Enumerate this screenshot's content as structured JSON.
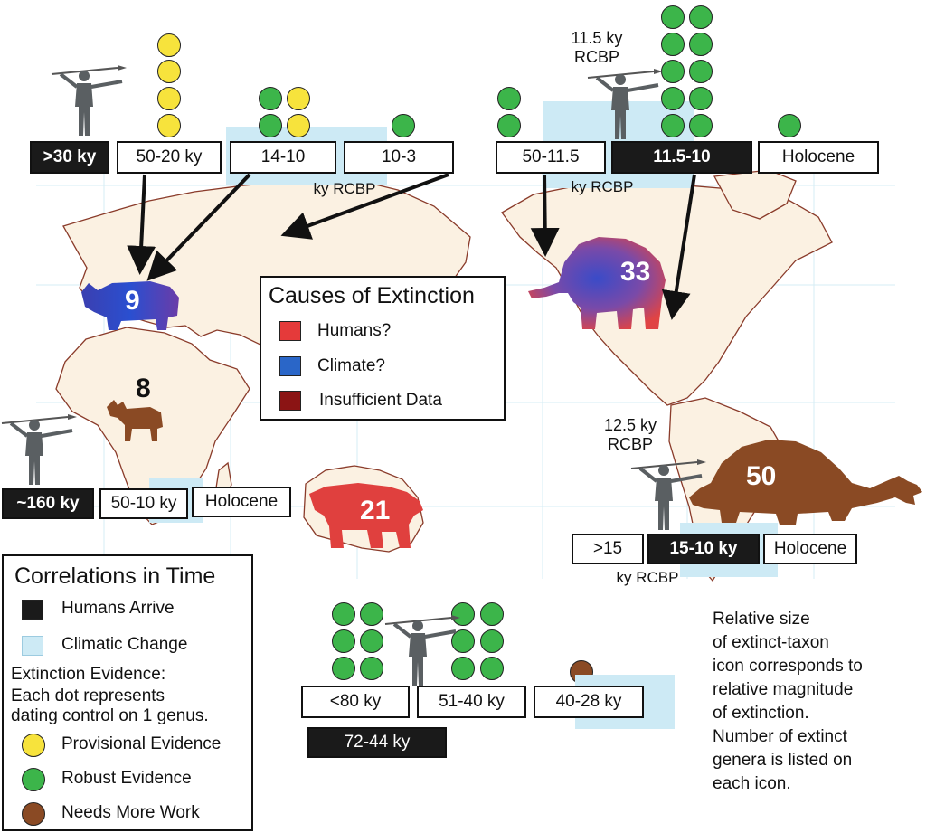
{
  "regions": {
    "europe": {
      "human_arrival": ">30 ky",
      "periods": [
        "50-20 ky",
        "14-10",
        "10-3"
      ],
      "unit": "ky RCBP",
      "genera": "9"
    },
    "africa": {
      "human_arrival": "~160 ky",
      "periods": [
        "50-10 ky",
        "Holocene"
      ],
      "genera": "8"
    },
    "australia": {
      "periods": [
        "<80 ky",
        "51-40 ky",
        "40-28 ky"
      ],
      "human_arrival": "72-44 ky",
      "genera": "21"
    },
    "north_america": {
      "arrival_note": "11.5 ky RCBP",
      "periods": [
        "50-11.5",
        "Holocene"
      ],
      "human_arrival": "11.5-10",
      "unit": "ky RCBP",
      "genera": "33"
    },
    "south_america": {
      "arrival_note": "12.5 ky RCBP",
      "periods": [
        ">15",
        "Holocene"
      ],
      "human_arrival": "15-10 ky",
      "unit": "ky RCBP",
      "genera": "50"
    }
  },
  "causes_legend": {
    "title": "Causes of Extinction",
    "items": [
      {
        "label": "Humans?",
        "color": "#e53a3a"
      },
      {
        "label": "Climate?",
        "color": "#2a66c8"
      },
      {
        "label": "Insufficient Data",
        "color": "#8b1414"
      }
    ]
  },
  "time_legend": {
    "title": "Correlations in Time",
    "humans": "Humans Arrive",
    "climate": "Climatic Change",
    "evidence_heading_1": "Extinction Evidence:",
    "evidence_heading_2": "Each dot represents",
    "evidence_heading_3": "dating control on 1 genus.",
    "provisional": "Provisional Evidence",
    "robust": "Robust Evidence",
    "needs_work": "Needs More Work",
    "colors": {
      "humans": "#1a1a1a",
      "climate": "#cdeaf5",
      "provisional": "#f7e33c",
      "robust": "#3cb54a",
      "needs_work": "#8a4a24"
    }
  },
  "note": {
    "line1": "Relative size",
    "line2": "of extinct-taxon",
    "line3": "icon corresponds to",
    "line4": "relative magnitude",
    "line5": "of extinction.",
    "line6": "Number of extinct",
    "line7": "genera is listed on",
    "line8": "each icon."
  }
}
